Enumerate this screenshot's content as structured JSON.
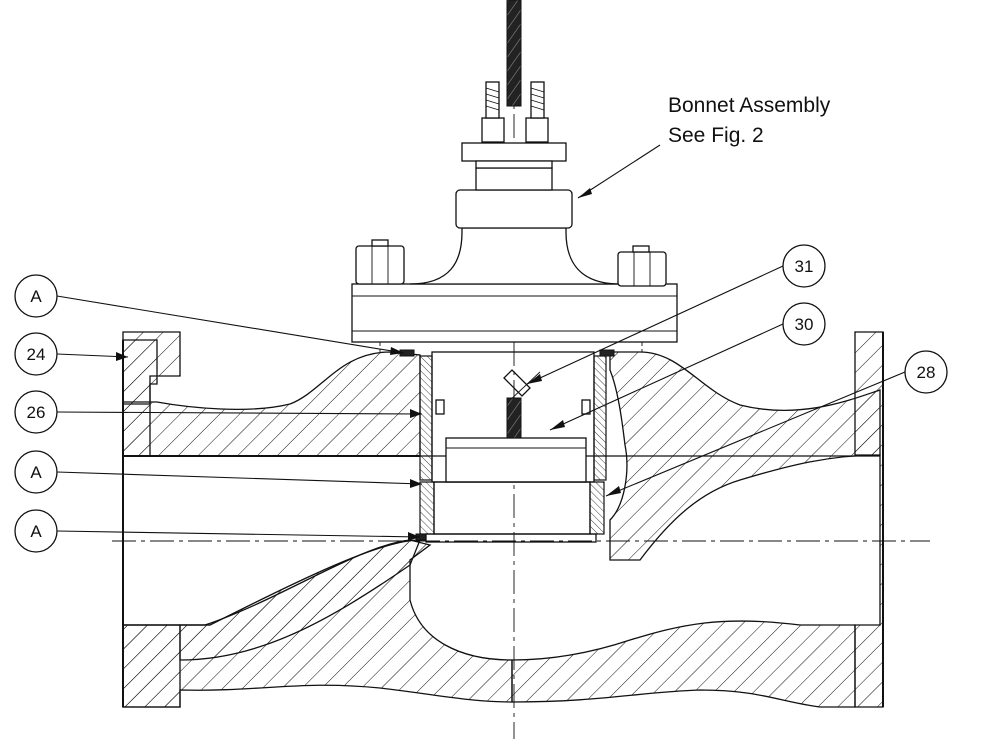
{
  "note": {
    "line1": "Bonnet Assembly",
    "line2": "See Fig. 2"
  },
  "balloons": {
    "b31": "31",
    "b30": "30",
    "b28": "28",
    "b24": "24",
    "b26": "26",
    "bA1": "A",
    "bA2": "A",
    "bA3": "A"
  }
}
